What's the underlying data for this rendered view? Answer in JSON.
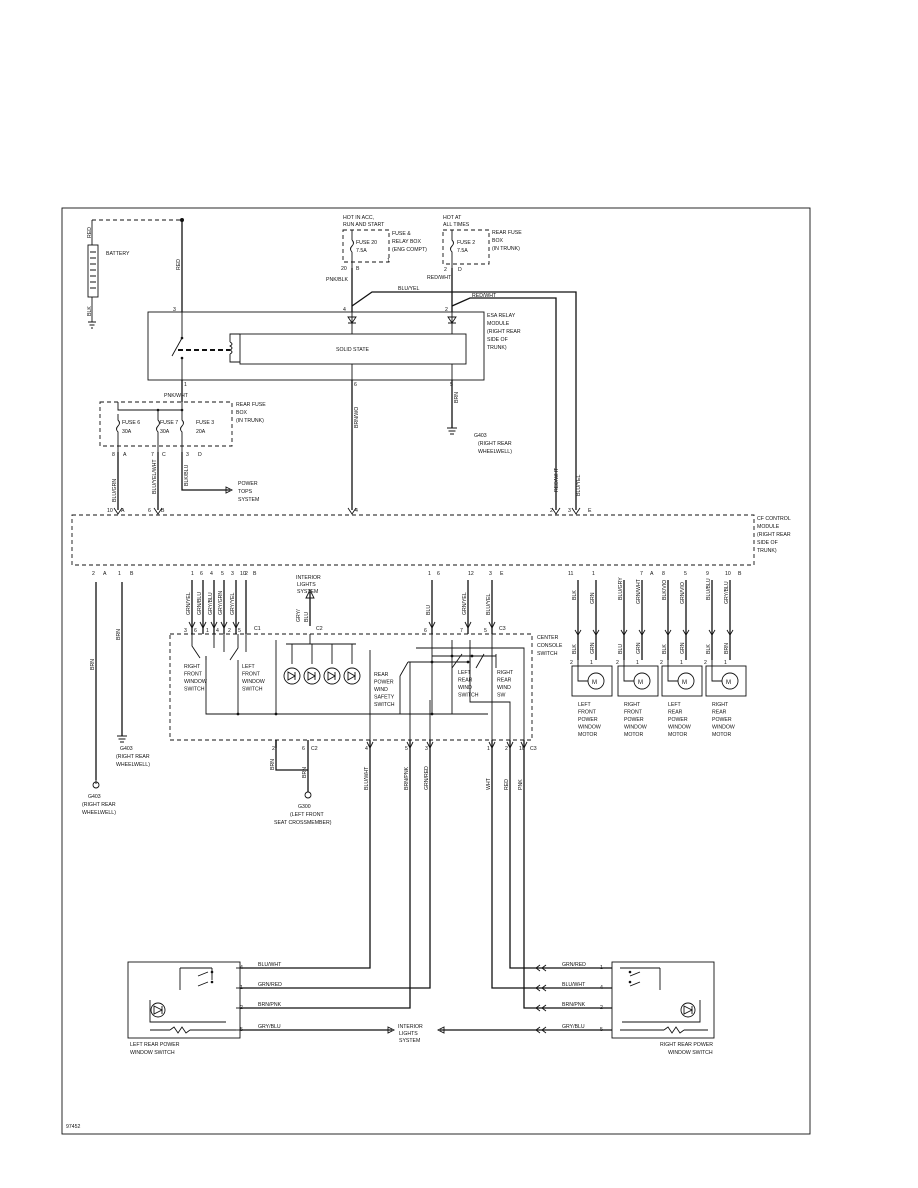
{
  "battery": {
    "label": "BATTERY",
    "pos_wire": "RED",
    "neg_wire": "BLK"
  },
  "fuse_relay_box": {
    "hot_label_1": "HOT IN ACC,",
    "hot_label_2": "RUN AND START",
    "fuse": "FUSE 20",
    "rating": "7.5A",
    "name_1": "FUSE &",
    "name_2": "RELAY BOX",
    "name_3": "(ENG COMPT)",
    "pin_a": "20",
    "pin_b": "B",
    "pin_c": "1",
    "wire": "PNK/BLK"
  },
  "rear_fuse_box_top": {
    "hot_label_1": "HOT AT",
    "hot_label_2": "ALL TIMES",
    "fuse": "FUSE 2",
    "rating": "7.5A",
    "name_1": "REAR FUSE",
    "name_2": "BOX",
    "name_3": "(IN TRUNK)",
    "pin_a": "2",
    "pin_b": "D",
    "wire": "RED/WHT"
  },
  "top_wires": {
    "red": "RED",
    "blu_yel": "BLU/YEL",
    "red_wht": "RED/WHT"
  },
  "esa_relay": {
    "name_1": "ESA RELAY",
    "name_2": "MODULE",
    "name_3": "(RIGHT REAR",
    "name_4": "SIDE OF",
    "name_5": "TRUNK)",
    "solid_state": "SOLID STATE",
    "pin_3": "3",
    "pin_4": "4",
    "pin_2": "2",
    "pin_1": "1",
    "pin_6": "6",
    "pin_5": "5"
  },
  "rear_fuse_box_mid": {
    "name_1": "REAR FUSE",
    "name_2": "BOX",
    "name_3": "(IN TRUNK)",
    "fuse_a": "FUSE 6",
    "rating_a": "30A",
    "fuse_b": "FUSE 7",
    "rating_b": "30A",
    "fuse_c": "FUSE 3",
    "rating_c": "20A",
    "in_wire": "PNK/WHT",
    "pin_8": "8",
    "pin_a": "A",
    "pin_7": "7",
    "pin_c": "C",
    "pin_3": "3",
    "pin_d": "D"
  },
  "mid_wires": {
    "blu_grn": "BLU/GRN",
    "blu_yel_wht": "BLU/YEL/WHT",
    "blk_blu": "BLK/BLU",
    "brn_wo": "BRN/WO",
    "brn": "BRN",
    "red_wht": "RED/WHT",
    "blu_yel": "BLU/YEL"
  },
  "power_tops": {
    "l1": "POWER",
    "l2": "TOPS",
    "l3": "SYSTEM"
  },
  "g403_top": {
    "l1": "G403",
    "l2": "(RIGHT REAR",
    "l3": "WHEELWELL)"
  },
  "cf_module": {
    "l1": "CF CONTROL",
    "l2": "MODULE",
    "l3": "(RIGHT REAR",
    "l4": "SIDE OF",
    "l5": "TRUNK)",
    "p10": "10",
    "pA": "A",
    "p6": "6",
    "pB": "B",
    "p4": "4",
    "p2": "2",
    "p3": "3",
    "pE": "E"
  },
  "cf_bottom_pins": [
    "2",
    "A",
    "1",
    "B",
    "1",
    "6",
    "4",
    "5",
    "3",
    "10",
    "2",
    "B",
    "1",
    "6",
    "12",
    "3",
    "E",
    "11",
    "1",
    "7",
    "A",
    "8",
    "5",
    "9",
    "10",
    "B"
  ],
  "interior_lights": {
    "l1": "INTERIOR",
    "l2": "LIGHTS",
    "l3": "SYSTEM",
    "wire": "GRY/",
    "wire2": "BLU"
  },
  "console_top_wires": [
    "GRN/YEL",
    "GRN/BLU",
    "GRY/BLU",
    "GRY/GRN",
    "GRY/YEL",
    "BLU",
    "GRN/YEL",
    "BLU/YEL"
  ],
  "console_bottom_wires": [
    "BLU/WHT",
    "BRN/PNK",
    "GRN/RED",
    "WHT",
    "RED",
    "PNK"
  ],
  "center_console": {
    "l1": "CENTER",
    "l2": "CONSOLE",
    "l3": "SWITCH",
    "c1": "C1",
    "c2": "C2",
    "c3": "C3"
  },
  "switch_labels": {
    "rf": [
      "RIGHT",
      "FRONT",
      "WINDOW",
      "SWITCH"
    ],
    "lf": [
      "LEFT",
      "FRONT",
      "WINDOW",
      "SWITCH"
    ],
    "safety": [
      "REAR",
      "POWER",
      "WIND",
      "SAFETY",
      "SWITCH"
    ],
    "lr": [
      "LEFT",
      "REAR",
      "WIND",
      "SWITCH"
    ],
    "rr": [
      "RIGHT",
      "REAR",
      "WIND",
      "SW"
    ]
  },
  "motors": [
    {
      "top_wire_a": "BLK",
      "top_wire_b": "GRN",
      "bot_a": "BLK",
      "bot_b": "GRN",
      "name": [
        "LEFT",
        "FRONT",
        "POWER",
        "WINDOW",
        "MOTOR"
      ]
    },
    {
      "top_wire_a": "BLU/GRY",
      "top_wire_b": "GRN/WHT",
      "bot_a": "BLU",
      "bot_b": "GRN",
      "name": [
        "RIGHT",
        "FRONT",
        "POWER",
        "WINDOW",
        "MOTOR"
      ]
    },
    {
      "top_wire_a": "BLK/VIO",
      "top_wire_b": "GRN/VIO",
      "bot_a": "BLK",
      "bot_b": "GRN",
      "name": [
        "LEFT",
        "REAR",
        "POWER",
        "WINDOW",
        "MOTOR"
      ]
    },
    {
      "top_wire_a": "BLU/BLU",
      "top_wire_b": "GRY/BLU",
      "bot_a": "BLK",
      "bot_b": "BRN",
      "name": [
        "RIGHT",
        "REAR",
        "POWER",
        "WINDOW",
        "MOTOR"
      ]
    }
  ],
  "left_brn": "BRN",
  "left_brn2": "BRN",
  "g403_left": {
    "l1": "G403",
    "l2": "(RIGHT REAR",
    "l3": "WHEELWELL)"
  },
  "g403_mid": {
    "l1": "G403",
    "l2": "(RIGHT REAR",
    "l3": "WHEELWELL)"
  },
  "g300": {
    "l1": "G300",
    "l2": "(LEFT FRONT",
    "l3": "SEAT CROSSMEMBER)",
    "w1": "BRN",
    "w2": "BRN"
  },
  "lr_switch": {
    "l1": "LEFT REAR POWER",
    "l2": "WINDOW SWITCH",
    "wires": [
      "BLU/WHT",
      "GRN/RED",
      "BRN/PNK",
      "GRY/BLU"
    ],
    "pins": [
      "4",
      "1",
      "2",
      "5"
    ]
  },
  "rr_switch": {
    "l1": "RIGHT REAR POWER",
    "l2": "WINDOW SWITCH",
    "wires": [
      "GRN/RED",
      "BLU/WHT",
      "BRN/PNK",
      "GRY/BLU"
    ],
    "pins": [
      "1",
      "4",
      "2",
      "5"
    ]
  },
  "interior_lights_bottom": {
    "l1": "INTERIOR",
    "l2": "LIGHTS",
    "l3": "SYSTEM"
  },
  "figure_number": "97452"
}
